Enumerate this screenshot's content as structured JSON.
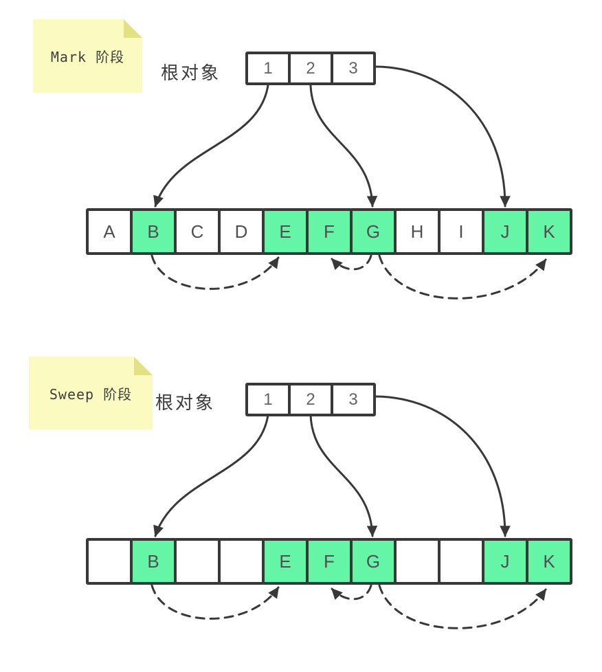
{
  "colors": {
    "marked_cell": "#64F6A6",
    "unmarked_cell": "#FFFFFF",
    "cell_border": "#383838",
    "arrow": "#383838",
    "note_background": "#FBFBC1",
    "note_fold": "#E2E284"
  },
  "phases": [
    {
      "note_label": "Mark 阶段",
      "root_label": "根对象",
      "root_cells": [
        "1",
        "2",
        "3"
      ],
      "heap_cells": [
        {
          "label": "A",
          "marked": false
        },
        {
          "label": "B",
          "marked": true
        },
        {
          "label": "C",
          "marked": false
        },
        {
          "label": "D",
          "marked": false
        },
        {
          "label": "E",
          "marked": true
        },
        {
          "label": "F",
          "marked": true
        },
        {
          "label": "G",
          "marked": true
        },
        {
          "label": "H",
          "marked": false
        },
        {
          "label": "I",
          "marked": false
        },
        {
          "label": "J",
          "marked": true
        },
        {
          "label": "K",
          "marked": true
        }
      ]
    },
    {
      "note_label": "Sweep 阶段",
      "root_label": "根对象",
      "root_cells": [
        "1",
        "2",
        "3"
      ],
      "heap_cells": [
        {
          "label": "",
          "marked": false
        },
        {
          "label": "B",
          "marked": true
        },
        {
          "label": "",
          "marked": false
        },
        {
          "label": "",
          "marked": false
        },
        {
          "label": "E",
          "marked": true
        },
        {
          "label": "F",
          "marked": true
        },
        {
          "label": "G",
          "marked": true
        },
        {
          "label": "",
          "marked": false
        },
        {
          "label": "",
          "marked": false
        },
        {
          "label": "J",
          "marked": true
        },
        {
          "label": "K",
          "marked": true
        }
      ]
    }
  ],
  "edges": {
    "solid": [
      {
        "from": "root-1",
        "to": "B"
      },
      {
        "from": "root-2",
        "to": "G"
      },
      {
        "from": "root-3",
        "to": "J"
      }
    ],
    "dashed": [
      {
        "from": "B",
        "to": "E"
      },
      {
        "from": "G",
        "to": "F"
      },
      {
        "from": "G",
        "to": "K"
      }
    ]
  }
}
